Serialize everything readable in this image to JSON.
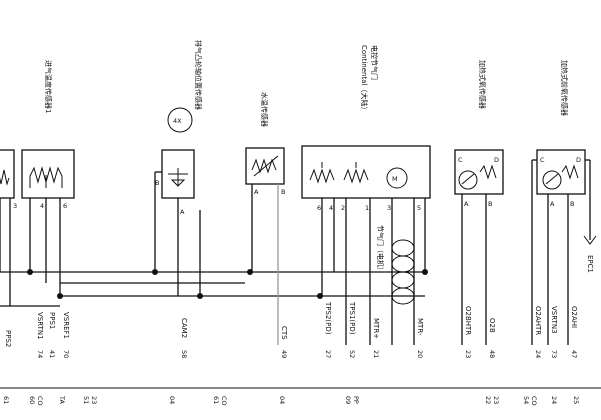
{
  "labels": {
    "sensor1": "进气温度传感器1",
    "cam": "排气凸轮轴位置传感器",
    "cam_badge": "4X",
    "cts": "水温传感器",
    "throttle_a": "电控节气门",
    "throttle_b": "Continental（大陆）",
    "motor": "节气门（电机）",
    "o2b": "加热式氧传感器",
    "o2a": "加热式前氧传感器"
  },
  "pins": {
    "s1": [
      "3",
      "4",
      "6"
    ],
    "cam_a": "A",
    "cam_b": "B",
    "cts_a": "A",
    "cts_b": "B",
    "thr": [
      "6",
      "4",
      "2",
      "1",
      "3",
      "5"
    ],
    "o2b": [
      "C",
      "D",
      "A",
      "B"
    ],
    "o2a": [
      "C",
      "D",
      "A",
      "B"
    ]
  },
  "signals": [
    "VSRTN1",
    "PPS1",
    "VSREF1",
    "CAM2",
    "CTS",
    "TPS2(PD)",
    "TPS1(PD)",
    "MTR+",
    "MTR-",
    "O2BHTR",
    "O2B",
    "O2AHTR",
    "VSRTN3",
    "O2AHI"
  ],
  "pin_numbers": [
    "74",
    "41",
    "70",
    "58",
    "49",
    "27",
    "52",
    "21",
    "20",
    "23",
    "48",
    "24",
    "73",
    "47"
  ],
  "extra_text": [
    "PPS2",
    "EPC1"
  ],
  "connector": [
    "61",
    "60",
    "CO",
    "TA",
    "51",
    "23",
    "04",
    "61",
    "CO",
    "04",
    "09",
    "PP",
    "22",
    "23",
    "54",
    "CO",
    "24",
    "25"
  ]
}
